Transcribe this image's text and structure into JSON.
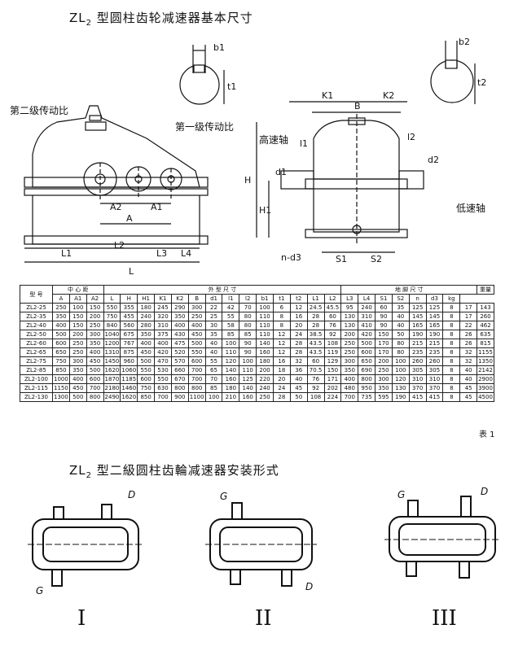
{
  "page": {
    "title_main": "ZL",
    "title_sub": "2",
    "title_rest": " 型圆柱齿轮减速器基本尺寸",
    "install_title_main": "ZL",
    "install_title_sub": "2",
    "install_title_rest": " 型二級圆柱齿輪减速器安装形式",
    "table_caption": "表 1"
  },
  "drawing": {
    "shaft_left_labels": {
      "top": "b1",
      "side": "t1"
    },
    "shaft_right_labels": {
      "top": "b2",
      "side": "t2"
    },
    "front_labels": {
      "second_ratio": "第二级传动比",
      "first_ratio": "第一级传动比",
      "A2": "A2",
      "A1": "A1",
      "A": "A",
      "L1": "L1",
      "L2": "L2",
      "L3": "L3",
      "L4": "L4",
      "L": "L"
    },
    "side_labels": {
      "K1": "K1",
      "K2": "K2",
      "B": "B",
      "high_shaft": "高速轴",
      "low_shaft": "低速轴",
      "l1": "l1",
      "l2": "l2",
      "d1": "d1",
      "d2": "d2",
      "H": "H",
      "H1": "H1",
      "n_d3": "n-d3",
      "S1": "S1",
      "S2": "S2"
    }
  },
  "table": {
    "group_headers": {
      "model": "型 号",
      "center": "中 心 距",
      "outer": "外 型 尺 寸",
      "foot": "地 脚 尺 寸",
      "weight": "重量"
    },
    "columns": [
      "A",
      "A1",
      "A2",
      "L",
      "H",
      "H1",
      "K1",
      "K2",
      "B",
      "d1",
      "l1",
      "l2",
      "b1",
      "t1",
      "t2",
      "L1",
      "L2",
      "L3",
      "L4",
      "S1",
      "S2",
      "n",
      "d3",
      "kg"
    ],
    "rows": [
      [
        "ZL2-25",
        "250",
        "100",
        "150",
        "550",
        "355",
        "180",
        "245",
        "290",
        "300",
        "22",
        "42",
        "70",
        "100",
        "6",
        "12",
        "24.5",
        "45.5",
        "95",
        "240",
        "60",
        "35",
        "125",
        "125",
        "8",
        "17",
        "143"
      ],
      [
        "ZL2-35",
        "350",
        "150",
        "200",
        "750",
        "455",
        "240",
        "320",
        "350",
        "250",
        "25",
        "55",
        "80",
        "110",
        "8",
        "16",
        "28",
        "60",
        "130",
        "310",
        "90",
        "40",
        "145",
        "145",
        "8",
        "17",
        "260"
      ],
      [
        "ZL2-40",
        "400",
        "150",
        "250",
        "840",
        "560",
        "280",
        "310",
        "400",
        "400",
        "30",
        "58",
        "80",
        "110",
        "8",
        "20",
        "28",
        "76",
        "130",
        "410",
        "90",
        "40",
        "165",
        "165",
        "8",
        "22",
        "462"
      ],
      [
        "ZL2-50",
        "500",
        "200",
        "300",
        "1040",
        "675",
        "350",
        "375",
        "430",
        "450",
        "35",
        "85",
        "85",
        "110",
        "12",
        "24",
        "38.5",
        "92",
        "200",
        "420",
        "150",
        "50",
        "190",
        "190",
        "8",
        "26",
        "635"
      ],
      [
        "ZL2-60",
        "600",
        "250",
        "350",
        "1200",
        "767",
        "400",
        "400",
        "475",
        "500",
        "40",
        "100",
        "90",
        "140",
        "12",
        "28",
        "43.5",
        "108",
        "250",
        "500",
        "170",
        "80",
        "215",
        "215",
        "8",
        "26",
        "815"
      ],
      [
        "ZL2-65",
        "650",
        "250",
        "400",
        "1310",
        "875",
        "450",
        "420",
        "520",
        "550",
        "40",
        "110",
        "90",
        "160",
        "12",
        "28",
        "43.5",
        "119",
        "250",
        "600",
        "170",
        "80",
        "235",
        "235",
        "8",
        "32",
        "1155"
      ],
      [
        "ZL2-75",
        "750",
        "300",
        "450",
        "1450",
        "960",
        "500",
        "470",
        "570",
        "600",
        "55",
        "120",
        "100",
        "180",
        "16",
        "32",
        "60",
        "129",
        "300",
        "650",
        "200",
        "100",
        "260",
        "260",
        "8",
        "32",
        "1350"
      ],
      [
        "ZL2-85",
        "850",
        "350",
        "500",
        "1620",
        "1060",
        "550",
        "530",
        "660",
        "700",
        "65",
        "140",
        "110",
        "200",
        "18",
        "36",
        "70.5",
        "150",
        "350",
        "690",
        "250",
        "100",
        "305",
        "305",
        "8",
        "40",
        "2142"
      ],
      [
        "ZL2-100",
        "1000",
        "400",
        "600",
        "1870",
        "1185",
        "600",
        "550",
        "670",
        "700",
        "70",
        "160",
        "125",
        "220",
        "20",
        "40",
        "76",
        "171",
        "400",
        "800",
        "300",
        "120",
        "310",
        "310",
        "8",
        "40",
        "2900"
      ],
      [
        "ZL2-115",
        "1150",
        "450",
        "700",
        "2180",
        "1460",
        "750",
        "630",
        "800",
        "800",
        "85",
        "180",
        "140",
        "240",
        "24",
        "45",
        "92",
        "202",
        "480",
        "950",
        "350",
        "130",
        "370",
        "370",
        "8",
        "45",
        "3900"
      ],
      [
        "ZL2-130",
        "1300",
        "500",
        "800",
        "2490",
        "1620",
        "850",
        "700",
        "900",
        "1100",
        "100",
        "210",
        "160",
        "250",
        "28",
        "50",
        "108",
        "224",
        "700",
        "735",
        "595",
        "190",
        "415",
        "415",
        "8",
        "45",
        "4500"
      ]
    ]
  },
  "install": {
    "G": "G",
    "D": "D",
    "forms": [
      "I",
      "II",
      "III"
    ]
  }
}
